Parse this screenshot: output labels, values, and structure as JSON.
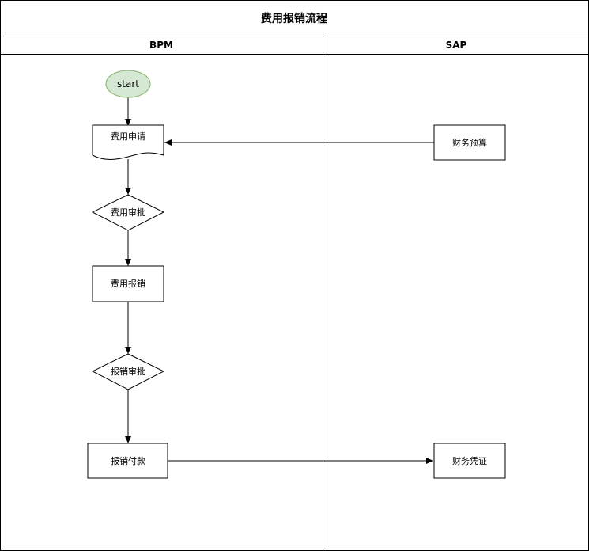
{
  "diagram": {
    "title": "费用报销流程",
    "lanes": [
      {
        "name": "BPM"
      },
      {
        "name": "SAP"
      }
    ],
    "nodes": {
      "start": {
        "label": "start",
        "shape": "ellipse",
        "fill": "#d5e8d4",
        "stroke": "#82b366"
      },
      "expense_application": {
        "label": "费用申请",
        "shape": "document"
      },
      "expense_approval": {
        "label": "费用审批",
        "shape": "diamond"
      },
      "expense_reimbursement": {
        "label": "费用报销",
        "shape": "rect"
      },
      "reimbursement_approval": {
        "label": "报销审批",
        "shape": "diamond"
      },
      "reimbursement_payment": {
        "label": "报销付款",
        "shape": "rect"
      },
      "financial_budget": {
        "label": "财务预算",
        "shape": "rect"
      },
      "financial_voucher": {
        "label": "财务凭证",
        "shape": "rect"
      }
    },
    "edges": [
      {
        "from": "start",
        "to": "expense_application"
      },
      {
        "from": "financial_budget",
        "to": "expense_application"
      },
      {
        "from": "expense_application",
        "to": "expense_approval"
      },
      {
        "from": "expense_approval",
        "to": "expense_reimbursement"
      },
      {
        "from": "expense_reimbursement",
        "to": "reimbursement_approval"
      },
      {
        "from": "reimbursement_approval",
        "to": "reimbursement_payment"
      },
      {
        "from": "reimbursement_payment",
        "to": "financial_voucher"
      }
    ]
  }
}
